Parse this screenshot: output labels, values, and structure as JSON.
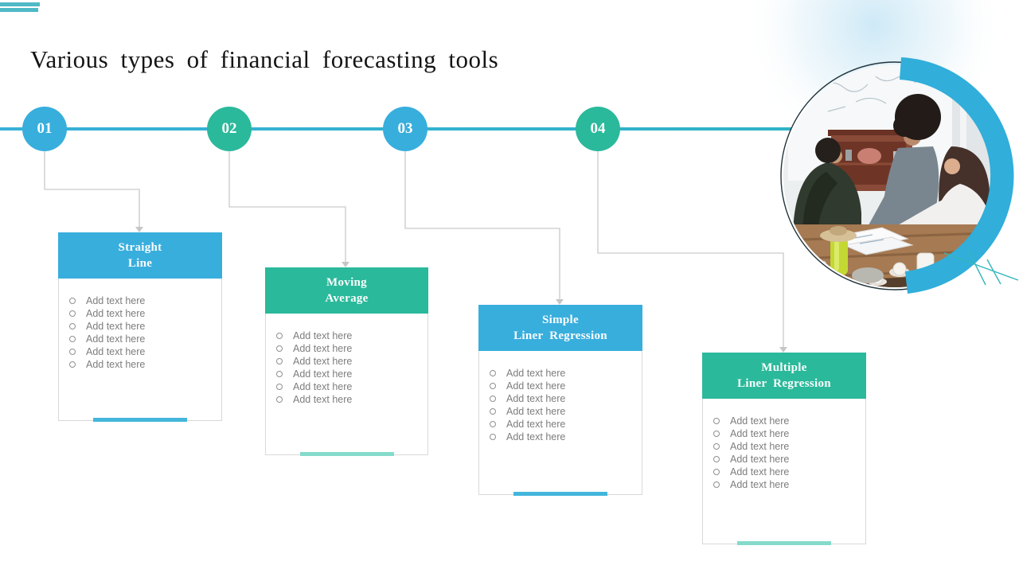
{
  "slide": {
    "title": "Various types of financial forecasting tools",
    "corner_accent_color": "#4fb9c6",
    "background_color": "#ffffff"
  },
  "timeline": {
    "line_color": "#35b1cd",
    "connector_color": "#c9c9c9",
    "steps": [
      {
        "number": "01",
        "color": "#38aedd"
      },
      {
        "number": "02",
        "color": "#2ab99b"
      },
      {
        "number": "03",
        "color": "#38aedd"
      },
      {
        "number": "04",
        "color": "#2ab99b"
      }
    ]
  },
  "cards": [
    {
      "title_line1": "Straight",
      "title_line2": "Line",
      "accent": "#38aedd",
      "underline": "#44b6dc",
      "bullets": [
        "Add text here",
        "Add text here",
        "Add text here",
        "Add text here",
        "Add text here",
        "Add text here"
      ]
    },
    {
      "title_line1": "Moving",
      "title_line2": "Average",
      "accent": "#2ab99b",
      "underline": "#84dbcb",
      "bullets": [
        "Add text here",
        "Add text here",
        "Add text here",
        "Add text here",
        "Add text here",
        "Add text here"
      ]
    },
    {
      "title_line1": "Simple",
      "title_line2": "Liner Regression",
      "accent": "#38aedd",
      "underline": "#44b6dc",
      "bullets": [
        "Add text here",
        "Add text here",
        "Add text here",
        "Add text here",
        "Add text here",
        "Add text here"
      ]
    },
    {
      "title_line1": "Multiple",
      "title_line2": "Liner Regression",
      "accent": "#2ab99b",
      "underline": "#84dbcb",
      "bullets": [
        "Add text here",
        "Add text here",
        "Add text here",
        "Add text here",
        "Add text here",
        "Add text here"
      ]
    }
  ],
  "image": {
    "photo_alt": "Team of three people in a meeting at a wooden table",
    "arc_color": "#31aeda",
    "outline_color": "#22343c"
  }
}
